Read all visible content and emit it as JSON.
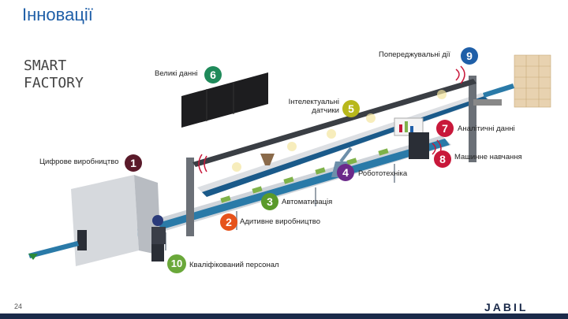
{
  "title": "Інновації",
  "smart_factory": [
    "SMART",
    "FACTORY"
  ],
  "page_number": "24",
  "logo_text": "JABIL",
  "items": [
    {
      "number": "1",
      "label": "Цифрове виробництво",
      "color": "#5a1a2a"
    },
    {
      "number": "2",
      "label": "Адитивне виробництво",
      "color": "#e6531c"
    },
    {
      "number": "3",
      "label": "Автоматизація",
      "color": "#5a9a2a"
    },
    {
      "number": "4",
      "label": "Робототехніка",
      "color": "#6b2a8a"
    },
    {
      "number": "5",
      "label": "Інтелектуальні датчики",
      "color": "#b8b81c"
    },
    {
      "number": "6",
      "label": "Великі данні",
      "color": "#1f8a5a"
    },
    {
      "number": "7",
      "label": "Аналітичні данні",
      "color": "#c8183a"
    },
    {
      "number": "8",
      "label": "Машинне навчання",
      "color": "#c8183a"
    },
    {
      "number": "9",
      "label": "Попереджувальні дії",
      "color": "#1f5fa8"
    },
    {
      "number": "10",
      "label": "Кваліфікований персонал",
      "color": "#6aa83a"
    }
  ],
  "colors": {
    "accent": "#1f5fa8",
    "conveyor": "#1a5a8a",
    "floor": "#2a6a9a",
    "footer": "#1b2a4a"
  }
}
